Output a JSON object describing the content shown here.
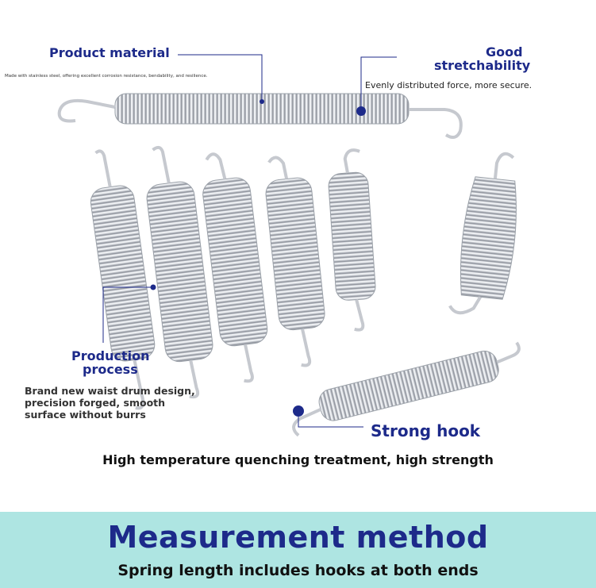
{
  "colors": {
    "navy": "#1d2a8a",
    "band": "#aee5e2",
    "spring": "#c9ccd2"
  },
  "labels": {
    "product_material": "Product material",
    "material_desc": "Made with stainless steel, offering excellent corrosion resistance, bendability, and resilience.",
    "good": "Good",
    "stretchability": "stretchability",
    "stretch_desc": "Evenly distributed force, more secure.",
    "production": "Production",
    "process": "process",
    "process_desc_1": "Brand new waist drum design,",
    "process_desc_2": "precision forged, smooth",
    "process_desc_3": "surface without burrs",
    "strong_hook": "Strong hook"
  },
  "caption": "High temperature quenching treatment, high strength",
  "footer": {
    "title": "Measurement method",
    "subtitle": "Spring length includes hooks at both ends"
  }
}
